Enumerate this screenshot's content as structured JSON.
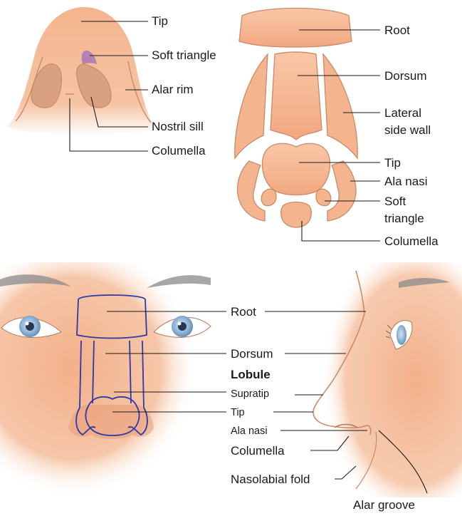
{
  "panel_a": {
    "labels": {
      "tip": "Tip",
      "soft_triangle": "Soft triangle",
      "alar_rim": "Alar rim",
      "nostril_sill": "Nostril sill",
      "columella": "Columella"
    }
  },
  "panel_b": {
    "labels": {
      "root": "Root",
      "dorsum": "Dorsum",
      "lateral_side_wall_1": "Lateral",
      "lateral_side_wall_2": "side wall",
      "tip": "Tip",
      "ala_nasi": "Ala nasi",
      "soft_triangle_1": "Soft",
      "soft_triangle_2": "triangle",
      "columella": "Columella"
    }
  },
  "panel_c": {
    "labels": {
      "root": "Root",
      "dorsum": "Dorsum",
      "lobule": "Lobule",
      "supratip": "Supratip",
      "tip": "Tip",
      "ala_nasi": "Ala nasi",
      "columella": "Columella",
      "nasolabial_fold": "Nasolabial fold",
      "alar_groove": "Alar groove"
    }
  },
  "colors": {
    "skin": "#f4b48e",
    "skin_shadow": "#e79b77",
    "soft_triangle_highlight": "#a678b8",
    "outline_blue": "#2a3aa8",
    "leader": "#1a1a1a",
    "eyebrow": "#8a8a8a",
    "iris": "#8fb3d6"
  }
}
